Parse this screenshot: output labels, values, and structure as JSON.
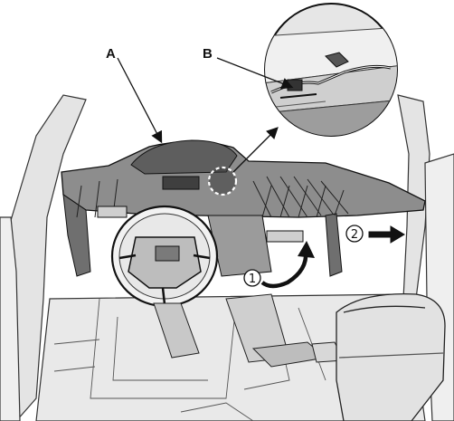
{
  "figure": {
    "labels": {
      "a": "A",
      "b": "B"
    },
    "steps": {
      "one": "1",
      "two": "2"
    },
    "colors": {
      "line": "#111111",
      "body": "#dcdcdc",
      "dash": "#2e2e2e",
      "detail_bg": "#e6e6e6"
    },
    "icons": [
      "leader-arrow-icon",
      "rotate-arrow-icon",
      "pull-arrow-icon",
      "dashed-circle-icon"
    ]
  }
}
